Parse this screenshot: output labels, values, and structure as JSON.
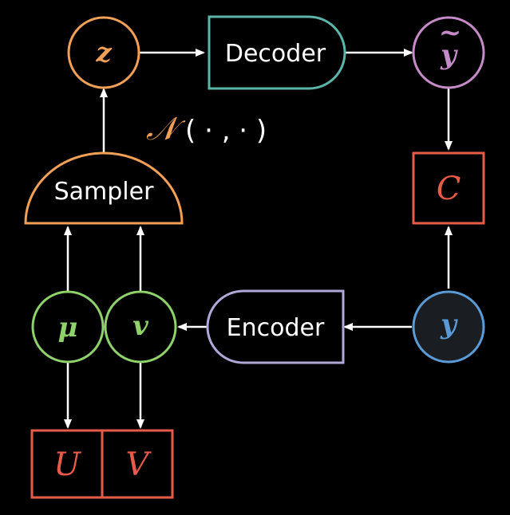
{
  "nodes": {
    "z": {
      "label": "z",
      "color": "#f2a057"
    },
    "decoder": {
      "label": "Decoder",
      "color": "#5bb5a8"
    },
    "y_tilde": {
      "label": "y",
      "accent": "~",
      "color": "#c58bc8"
    },
    "C": {
      "label": "C",
      "color": "#e85a4a"
    },
    "sampler": {
      "label": "Sampler",
      "color": "#f2a057"
    },
    "distribution": {
      "symbol": "𝒩",
      "args": "( · , · )",
      "color": "#f2a057"
    },
    "mu": {
      "label": "μ",
      "color": "#8fd16a"
    },
    "v": {
      "label": "v",
      "color": "#8fd16a"
    },
    "encoder": {
      "label": "Encoder",
      "color": "#b0a8d8"
    },
    "y": {
      "label": "y",
      "color": "#5b9bd5",
      "fill": "#1a1d22"
    },
    "U": {
      "label": "U",
      "color": "#e85a4a"
    },
    "V": {
      "label": "V",
      "color": "#e85a4a"
    }
  }
}
